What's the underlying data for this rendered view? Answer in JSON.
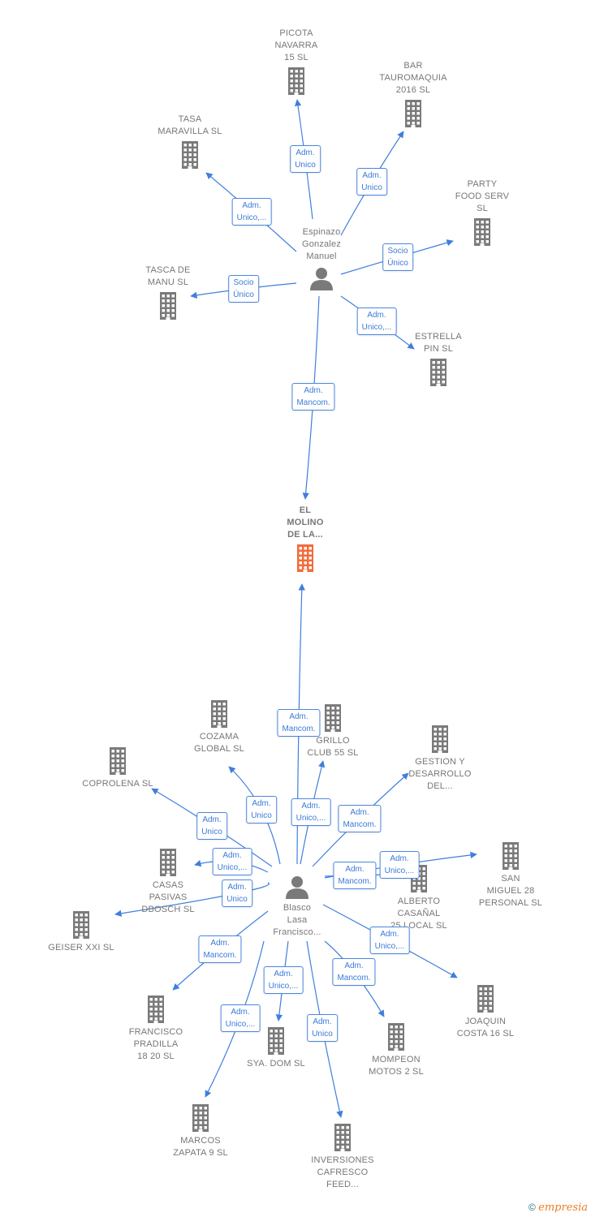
{
  "colors": {
    "building": "#7a7a7a",
    "focus_building": "#f26b3a",
    "edge": "#3f7fdc",
    "person": "#7a7a7a"
  },
  "nodes": [
    {
      "id": "picota",
      "type": "company",
      "label": "PICOTA\nNAVARRA\n15  SL"
    },
    {
      "id": "bar",
      "type": "company",
      "label": "BAR\nTAUROMAQUIA\n2016  SL"
    },
    {
      "id": "tasa",
      "type": "company",
      "label": "TASA\nMARAVILLA  SL"
    },
    {
      "id": "party",
      "type": "company",
      "label": "PARTY\nFOOD SERV\nSL"
    },
    {
      "id": "tasca",
      "type": "company",
      "label": "TASCA DE\nMANU  SL"
    },
    {
      "id": "estrella",
      "type": "company",
      "label": "ESTRELLA\nPIN  SL"
    },
    {
      "id": "espinazo",
      "type": "person",
      "label": "Espinazo\nGonzalez\nManuel"
    },
    {
      "id": "molino",
      "type": "focus",
      "label": "EL\nMOLINO\nDE LA..."
    },
    {
      "id": "blasco",
      "type": "person",
      "label": "Blasco\nLasa\nFrancisco..."
    },
    {
      "id": "cozama",
      "type": "company",
      "label": "COZAMA\nGLOBAL SL"
    },
    {
      "id": "grillo",
      "type": "company",
      "label": "GRILLO\nCLUB 55  SL"
    },
    {
      "id": "coprolena",
      "type": "company",
      "label": "COPROLENA SL"
    },
    {
      "id": "gestion",
      "type": "company",
      "label": "GESTION Y\nDESARROLLO\nDEL..."
    },
    {
      "id": "casas",
      "type": "company",
      "label": "CASAS\nPASIVAS\nDBOSCH  SL"
    },
    {
      "id": "sanmiguel",
      "type": "company",
      "label": "SAN\nMIGUEL 28\nPERSONAL  SL"
    },
    {
      "id": "alberto",
      "type": "company",
      "label": "ALBERTO\nCASAÑAL\n25 LOCAL  SL"
    },
    {
      "id": "geiser",
      "type": "company",
      "label": "GEISER XXI SL"
    },
    {
      "id": "joaquin",
      "type": "company",
      "label": "JOAQUIN\nCOSTA 16  SL"
    },
    {
      "id": "francisco",
      "type": "company",
      "label": "FRANCISCO\nPRADILLA\n18 20  SL"
    },
    {
      "id": "sya",
      "type": "company",
      "label": "SYA.  DOM SL"
    },
    {
      "id": "mompeon",
      "type": "company",
      "label": "MOMPEON\nMOTOS 2  SL"
    },
    {
      "id": "marcos",
      "type": "company",
      "label": "MARCOS\nZAPATA 9  SL"
    },
    {
      "id": "inversiones",
      "type": "company",
      "label": "INVERSIONES\nCAFRESCO\nFEED..."
    }
  ],
  "edges": [
    {
      "from": "espinazo",
      "to": "picota",
      "label": "Adm.\nUnico"
    },
    {
      "from": "espinazo",
      "to": "bar",
      "label": "Adm.\nUnico"
    },
    {
      "from": "espinazo",
      "to": "tasa",
      "label": "Adm.\nUnico,..."
    },
    {
      "from": "espinazo",
      "to": "party",
      "label": "Socio\nÚnico"
    },
    {
      "from": "espinazo",
      "to": "tasca",
      "label": "Socio\nÚnico"
    },
    {
      "from": "espinazo",
      "to": "estrella",
      "label": "Adm.\nUnico,..."
    },
    {
      "from": "espinazo",
      "to": "molino",
      "label": "Adm.\nMancom."
    },
    {
      "from": "blasco",
      "to": "molino",
      "label": "Adm.\nMancom."
    },
    {
      "from": "blasco",
      "to": "cozama",
      "label": "Adm.\nUnico"
    },
    {
      "from": "blasco",
      "to": "grillo",
      "label": "Adm.\nUnico,..."
    },
    {
      "from": "blasco",
      "to": "coprolena",
      "label": "Adm.\nUnico"
    },
    {
      "from": "blasco",
      "to": "gestion",
      "label": "Adm.\nMancom."
    },
    {
      "from": "blasco",
      "to": "casas",
      "label": "Adm.\nUnico,..."
    },
    {
      "from": "blasco",
      "to": "alberto",
      "label": "Adm.\nMancom."
    },
    {
      "from": "blasco",
      "to": "sanmiguel",
      "label": "Adm.\nUnico,..."
    },
    {
      "from": "blasco",
      "to": "geiser",
      "label": "Adm.\nUnico"
    },
    {
      "from": "blasco",
      "to": "joaquin",
      "label": "Adm.\nUnico,..."
    },
    {
      "from": "blasco",
      "to": "francisco",
      "label": "Adm.\nMancom."
    },
    {
      "from": "blasco",
      "to": "sya",
      "label": "Adm.\nUnico,..."
    },
    {
      "from": "blasco",
      "to": "mompeon",
      "label": "Adm.\nMancom."
    },
    {
      "from": "blasco",
      "to": "marcos",
      "label": "Adm.\nUnico,..."
    },
    {
      "from": "blasco",
      "to": "inversiones",
      "label": "Adm.\nUnico"
    }
  ],
  "footer": {
    "copyright": "©",
    "brand": "mpresia",
    "brand_initial": "e"
  }
}
